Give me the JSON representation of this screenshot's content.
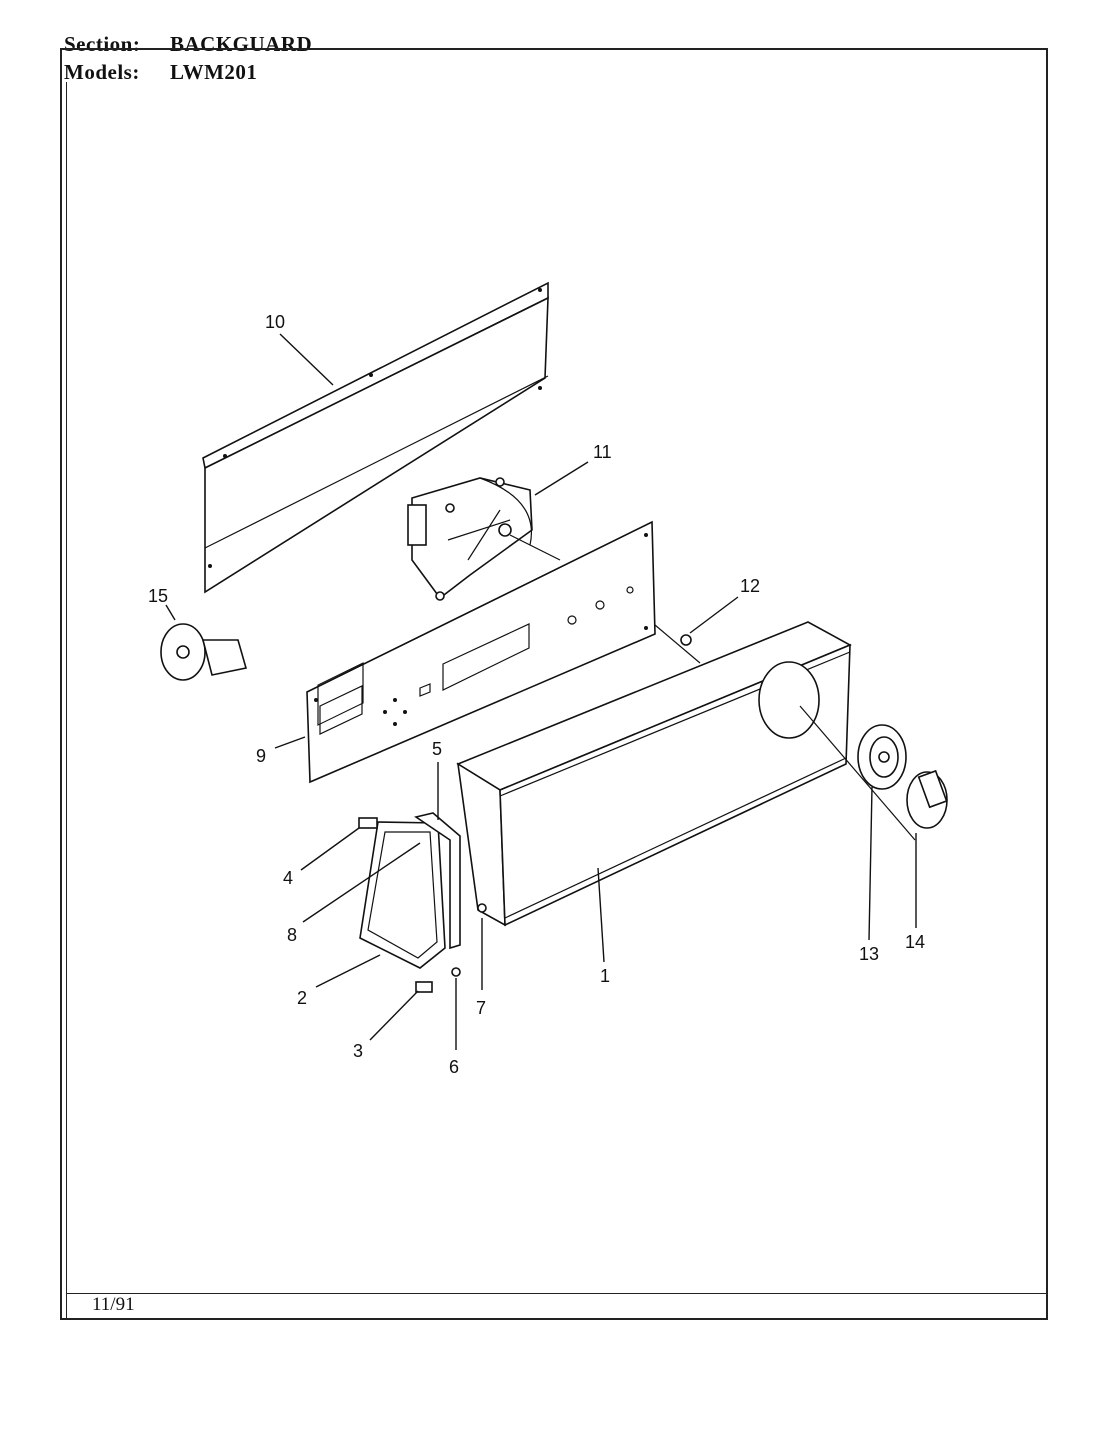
{
  "header": {
    "section_label": "Section:",
    "section_value": "BACKGUARD",
    "models_label": "Models:",
    "models_value": "LWM201"
  },
  "footer": {
    "date": "11/91"
  },
  "callouts": [
    "1",
    "2",
    "3",
    "4",
    "5",
    "6",
    "7",
    "8",
    "9",
    "10",
    "11",
    "12",
    "13",
    "14",
    "15"
  ]
}
